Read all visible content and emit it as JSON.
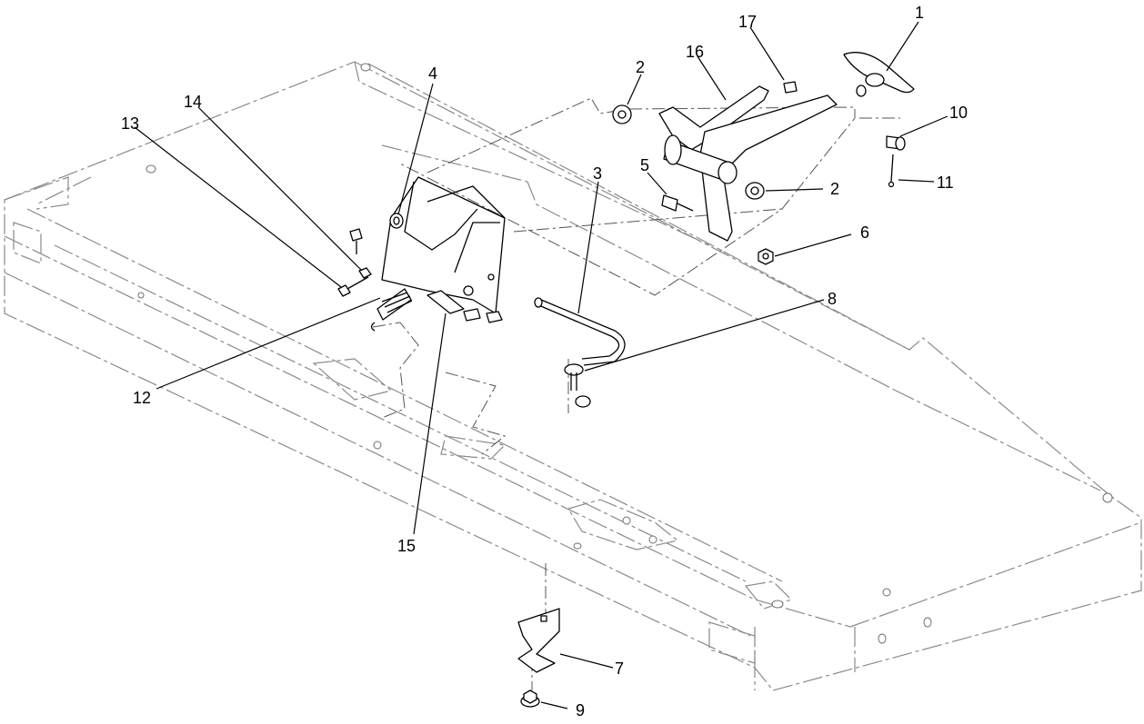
{
  "callouts": [
    {
      "id": "1"
    },
    {
      "id": "2"
    },
    {
      "id": "2"
    },
    {
      "id": "3"
    },
    {
      "id": "4"
    },
    {
      "id": "5"
    },
    {
      "id": "6"
    },
    {
      "id": "7"
    },
    {
      "id": "8"
    },
    {
      "id": "9"
    },
    {
      "id": "10"
    },
    {
      "id": "11"
    },
    {
      "id": "12"
    },
    {
      "id": "13"
    },
    {
      "id": "14"
    },
    {
      "id": "15"
    },
    {
      "id": "16"
    },
    {
      "id": "17"
    }
  ],
  "colors": {
    "line": "#000000",
    "frame": "#8a8a8a",
    "background": "#ffffff"
  }
}
